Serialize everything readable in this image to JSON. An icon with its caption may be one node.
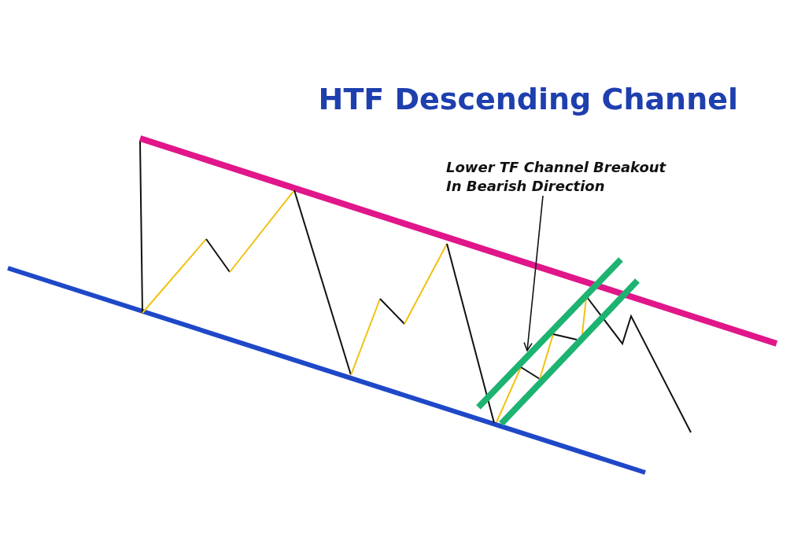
{
  "diagram": {
    "title": "HTF Descending Channel",
    "nodes": [
      {
        "text": [
          "Lower TF Channel Breakout In Bearish Direction"
        ]
      },
      {
        "text": [],
        "shape": "picture"
      }
    ],
    "edges": [
      {
        "from": 0,
        "to": 1,
        "arrow": "to"
      }
    ]
  }
}
